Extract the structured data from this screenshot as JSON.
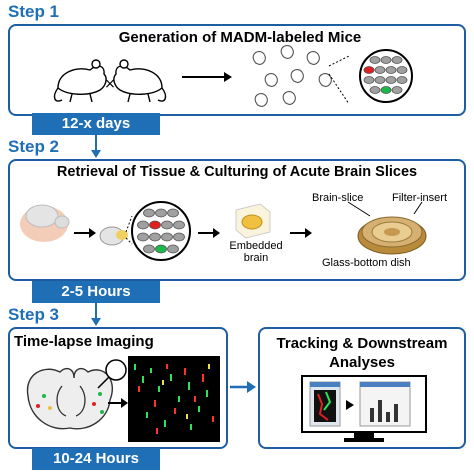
{
  "steps": [
    {
      "label": "Step 1",
      "title": "Generation of MADM-labeled Mice",
      "duration": "12-x days"
    },
    {
      "label": "Step 2",
      "title": "Retrieval of Tissue & Culturing of Acute Brain Slices",
      "duration": "2-5 Hours",
      "labels": {
        "embedded": "Embedded brain",
        "brain_slice": "Brain-slice",
        "filter_insert": "Filter-insert",
        "glass_dish": "Glass-bottom dish"
      }
    },
    {
      "label": "Step 3",
      "title": "Time-lapse Imaging",
      "duration": "10-24 Hours",
      "analysis_title": "Tracking & Downstream Analyses"
    }
  ],
  "colors": {
    "accent": "#1f6fb6",
    "border": "#1e5ea0",
    "red_cell": "#e02020",
    "green_cell": "#1db84a",
    "gray_cell": "#a0a0a0"
  },
  "icons": [
    "mouse-icon",
    "embryo-icon",
    "brain-icon",
    "petri-dish-icon",
    "monitor-icon",
    "arrow-icon"
  ]
}
